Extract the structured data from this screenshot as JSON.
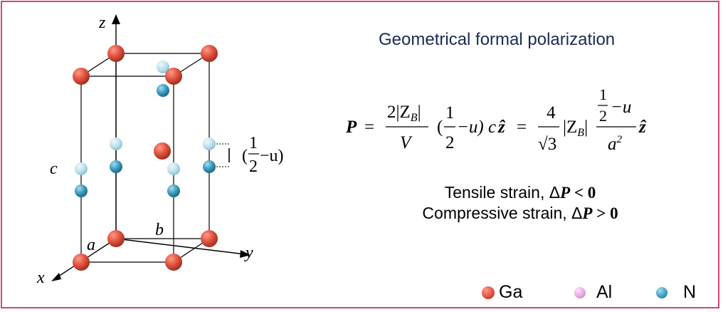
{
  "title": "Geometrical formal polarization",
  "structure": {
    "axis_labels": {
      "z": "z",
      "x": "x",
      "y": "y"
    },
    "lattice_labels": {
      "c": "c",
      "a": "a",
      "b": "b"
    },
    "offset_label": {
      "open": "(",
      "numerator": "1",
      "denominator": "2",
      "rest": "−u)"
    }
  },
  "equation": {
    "P": "P",
    "eq1": "=",
    "frac1_num": "2|Z",
    "frac1_num_sub": "B",
    "frac1_num_end": "|",
    "frac1_den": "V",
    "paren_open": "(",
    "half_num": "1",
    "half_den": "2",
    "minus_u_close": "−u)",
    "c": "c",
    "zhat": "ẑ",
    "eq2": "=",
    "frac2_num": "4",
    "frac2_den_root": "√3",
    "ZB_open": "|Z",
    "ZB_sub": "B",
    "ZB_close": "|",
    "big_num_half_num": "1",
    "big_num_half_den": "2",
    "big_num_rest": "−u",
    "big_den": "a",
    "big_den_sup": "2",
    "zhat2": "ẑ"
  },
  "strain": {
    "tensile_text": "Tensile strain, Δ",
    "tensile_sym": "P",
    "tensile_rel": " < 0",
    "compressive_text": "Compressive strain, Δ",
    "compressive_sym": "P",
    "compressive_rel": " > 0"
  },
  "legend": [
    {
      "label": "Ga",
      "color": "#e0523f"
    },
    {
      "label": "Al",
      "color": "#e8a6e2"
    },
    {
      "label": "N",
      "color": "#3d9ec0"
    }
  ],
  "colors": {
    "border": "#cc4a78",
    "ga": "#e0523f",
    "n": "#3d9ec0",
    "n_light": "#b9dde9"
  }
}
